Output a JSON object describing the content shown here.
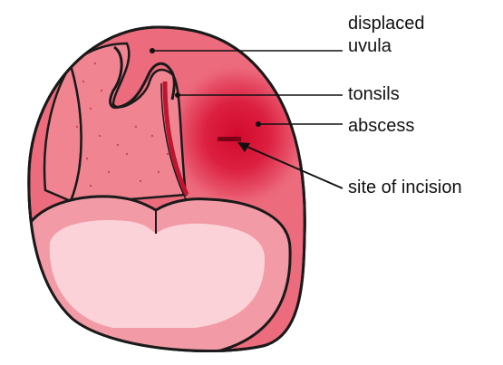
{
  "labels": {
    "displaced_uvula_line1": "displaced",
    "displaced_uvula_line2": "uvula",
    "tonsils": "tonsils",
    "abscess": "abscess",
    "site_of_incision": "site of incision"
  },
  "colors": {
    "outline": "#1a1a1a",
    "mouth_fill": "#ec6b7c",
    "inner_fill": "#f08591",
    "tongue_fill": "#f29aa6",
    "tongue_highlight": "#fad2d8",
    "abscess_core": "#d4082e",
    "tonsil_stripe": "#c0152f",
    "leader_line": "#111111"
  }
}
